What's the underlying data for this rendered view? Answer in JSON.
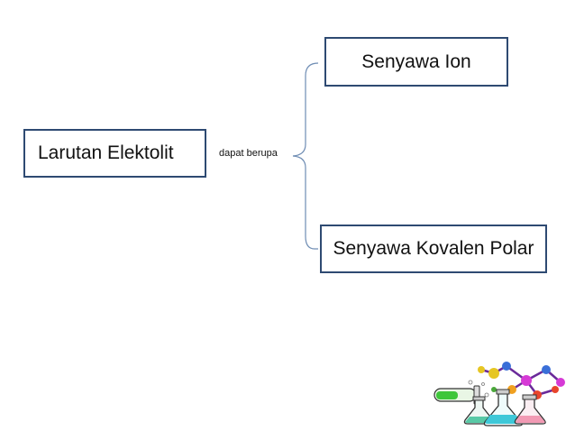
{
  "diagram": {
    "root": {
      "label": "Larutan Elektolit"
    },
    "relation": {
      "label": "dapat berupa"
    },
    "children": [
      {
        "label": "Senyawa Ion"
      },
      {
        "label": "Senyawa Kovalen Polar"
      }
    ]
  },
  "colors": {
    "box_border": "#2e4a72",
    "connector": "#6f8db4",
    "text": "#111111"
  },
  "illustration": {
    "name": "chemistry-glassware-and-molecule-clipart"
  }
}
